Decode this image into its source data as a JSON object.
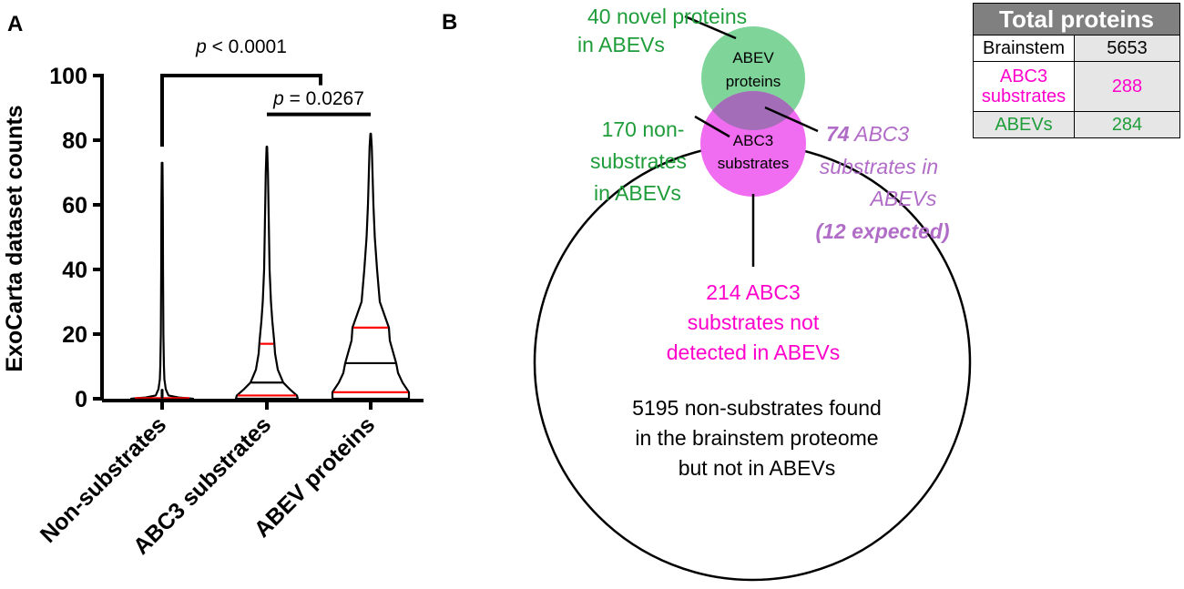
{
  "panel_a_label": "A",
  "panel_b_label": "B",
  "chart_data": {
    "type": "violin",
    "ylabel": "ExoCarta dataset counts",
    "ylim": [
      0,
      100
    ],
    "yticks": [
      0,
      20,
      40,
      60,
      80,
      100
    ],
    "categories": [
      "Non-substrates",
      "ABC3 substrates",
      "ABEV proteins"
    ],
    "series": [
      {
        "category": "Non-substrates",
        "max": 73,
        "quartiles_red": [
          0,
          0
        ],
        "median": 0
      },
      {
        "category": "ABC3 substrates",
        "max": 78,
        "quartiles_red": [
          1,
          17
        ],
        "median": 5
      },
      {
        "category": "ABEV proteins",
        "max": 82,
        "quartiles_red": [
          2,
          22
        ],
        "median": 11
      }
    ],
    "brackets": [
      {
        "from": "Non-substrates",
        "to": "ABEV proteins",
        "y": 100,
        "p_symbol": "p",
        "p_text": " < 0.0001"
      },
      {
        "from": "ABC3 substrates",
        "to": "ABEV proteins",
        "y": 88,
        "p_symbol": "p",
        "p_text": " = 0.0267"
      }
    ],
    "colors": {
      "violin": "#000000",
      "quartile": "#ff0000",
      "median": "#000000"
    }
  },
  "venn": {
    "abev_label_1": "ABEV",
    "abev_label_2": "proteins",
    "abc3_label_1": "ABC3",
    "abc3_label_2": "substrates",
    "novel_line1": "40 novel proteins",
    "novel_line2": "in ABEVs",
    "nonsub_line1": "170 non-",
    "nonsub_line2": "substrates",
    "nonsub_line3": "in ABEVs",
    "overlap_num": "74",
    "overlap_line1": " ABC3",
    "overlap_line2": "substrates in",
    "overlap_line3": "ABEVs",
    "overlap_line4": "(12 expected)",
    "notdetected_line1": "214 ABC3",
    "notdetected_line2": "substrates not",
    "notdetected_line3": "detected in ABEVs",
    "brain_line1": "5195 non-substrates found",
    "brain_line2": "in the brainstem proteome",
    "brain_line3": "but not in ABEVs",
    "colors": {
      "abev": "#7fd49a",
      "abc3": "#f06cf0",
      "overlap": "#a36db8",
      "green_text": "#1f9d3a",
      "magenta_text": "#ff00cc",
      "purple_text": "#b06cc6"
    }
  },
  "table": {
    "title": "Total proteins",
    "rows": [
      {
        "label": "Brainstem",
        "value": "5653"
      },
      {
        "label": "ABC3 substrates",
        "value": "288"
      },
      {
        "label": "ABEVs",
        "value": "284"
      }
    ]
  }
}
